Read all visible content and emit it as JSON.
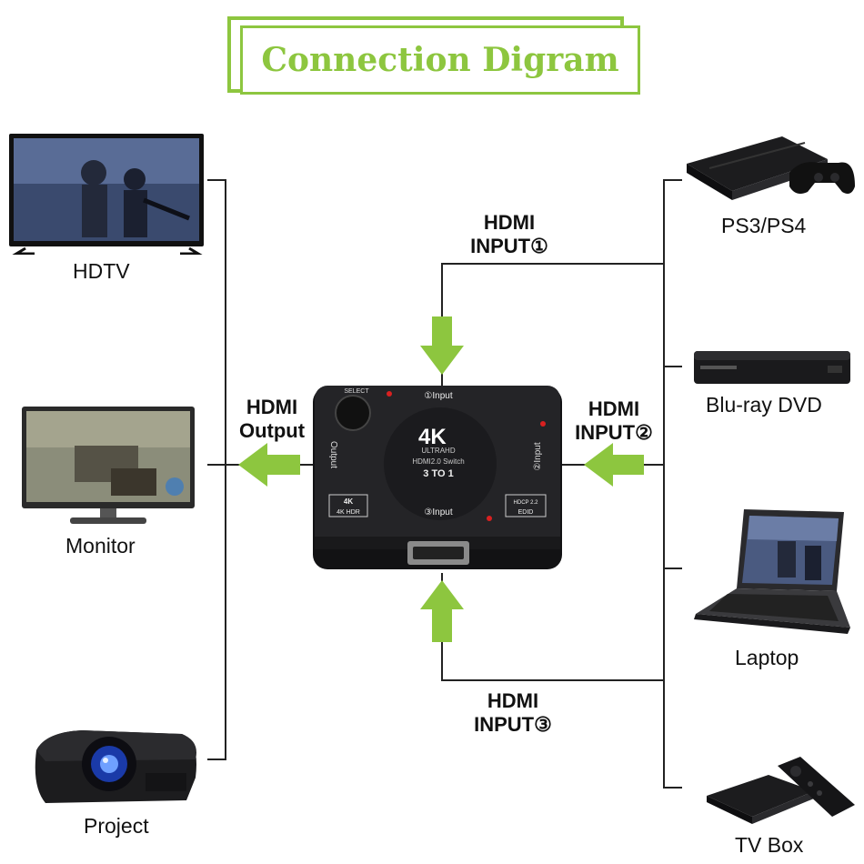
{
  "title": "Connection Digram",
  "left_devices": [
    {
      "id": "hdtv",
      "label": "HDTV"
    },
    {
      "id": "monitor",
      "label": "Monitor"
    },
    {
      "id": "projector",
      "label": "Project"
    }
  ],
  "right_devices": [
    {
      "id": "ps",
      "label": "PS3/PS4"
    },
    {
      "id": "bluray",
      "label": "Blu-ray DVD"
    },
    {
      "id": "laptop",
      "label": "Laptop"
    },
    {
      "id": "tvbox",
      "label": "TV Box"
    }
  ],
  "ports": {
    "output": {
      "line1": "HDMI",
      "line2": "Output"
    },
    "input1": {
      "line1": "HDMI",
      "line2": "INPUT①"
    },
    "input2": {
      "line1": "HDMI",
      "line2": "INPUT②"
    },
    "input3": {
      "line1": "HDMI",
      "line2": "INPUT③"
    }
  },
  "switch_device": {
    "top_input": "①Input",
    "select": "SELECT",
    "brand": "4K",
    "sub": "ULTRAHD",
    "model": "HDMI2.0 Switch",
    "ratio": "3 TO 1",
    "output_side": "Output",
    "right_input": "②Input",
    "bottom_input": "③Input",
    "badge_left_top": "4K",
    "badge_left_bottom": "4K HDR",
    "badge_right_top": "HDCP 2.2",
    "badge_right_bottom": "EDID"
  },
  "colors": {
    "accent_green": "#8dc63f",
    "line": "#222222",
    "device_body": "#1b1b1d"
  }
}
